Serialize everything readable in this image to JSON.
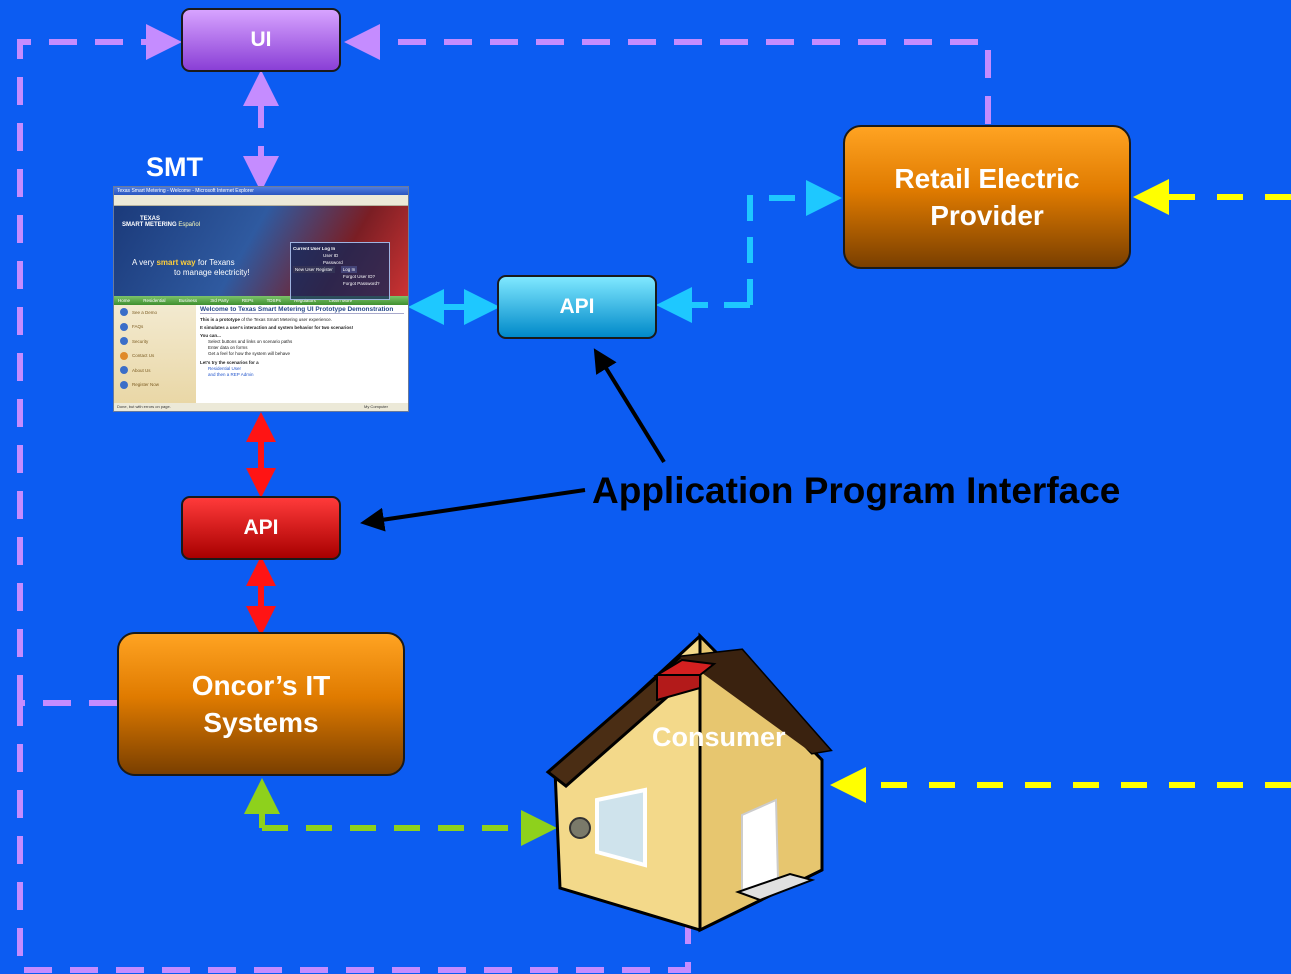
{
  "nodes": {
    "ui": "UI",
    "smt_label": "SMT",
    "api_smt": "API",
    "api_rep": "API",
    "rep": "Retail Electric Provider",
    "oncor": "Oncor’s IT Systems",
    "consumer": "Consumer"
  },
  "annotation": "Application Program Interface",
  "screenshot": {
    "window_title": "Texas Smart Metering - Welcome - Microsoft Internet Explorer",
    "brand_line1": "TEXAS",
    "brand_line2": "SMART METERING",
    "brand_lang": "Español",
    "tagline_pre": "A very",
    "tagline_bold": "smart way",
    "tagline_post": "for Texans",
    "tagline_line2": "to manage electricity!",
    "login_title": "Current User Log In",
    "login_user": "User ID",
    "login_password": "Password",
    "new_user_button": "New User Register",
    "login_button": "Log In",
    "forgot_user": "Forgot User ID?",
    "forgot_password": "Forgot Password?",
    "nav": [
      "Home",
      "Residential",
      "Business",
      "3rd Party",
      "REPs",
      "TDSPs",
      "Regulators",
      "Learn More"
    ],
    "side": [
      "See a Demo",
      "FAQs",
      "Security",
      "Contact Us",
      "About Us",
      "Register Now"
    ],
    "heading": "Welcome to Texas Smart Metering UI Prototype Demonstration",
    "p1_bold": "This is a prototype",
    "p1_rest": "of the Texas Smart Metering user experience.",
    "p2": "It simulates a user's interaction and system behavior for two scenarios!",
    "p3": "You can...",
    "bullets": [
      "Select buttons and links on scenario paths",
      "Enter data on forms",
      "Get a feel for how the system will behave"
    ],
    "p4": "Let's try the scenarios for a",
    "links": [
      "Residential User",
      "and then a REP Admin"
    ],
    "status_left": "Done, but with errors on page.",
    "status_right": "My Computer"
  },
  "colors": {
    "background": "#0c5cf2",
    "ui_dashed": "#c58cff",
    "cyan": "#1ec8ff",
    "red": "#ff1414",
    "yellow": "#ffff00",
    "green": "#8ed11c",
    "annotation_arrow": "#000000"
  }
}
